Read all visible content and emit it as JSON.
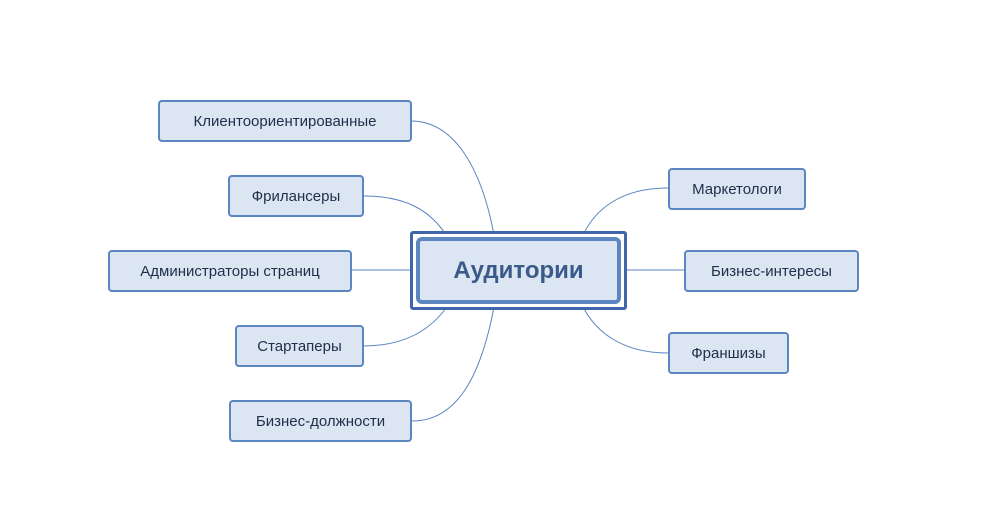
{
  "center": {
    "label": "Аудитории"
  },
  "left_nodes": [
    {
      "label": "Клиентоориентированные"
    },
    {
      "label": "Фрилансеры"
    },
    {
      "label": "Администраторы страниц"
    },
    {
      "label": "Стартаперы"
    },
    {
      "label": "Бизнес-должности"
    }
  ],
  "right_nodes": [
    {
      "label": "Маркетологи"
    },
    {
      "label": "Бизнес-интересы"
    },
    {
      "label": "Франшизы"
    }
  ],
  "colors": {
    "node_fill": "#dce6f2",
    "node_border": "#5b86c0",
    "center_border": "#3f66aa",
    "connector": "#5b86c0",
    "text": "#1f2f4a"
  }
}
